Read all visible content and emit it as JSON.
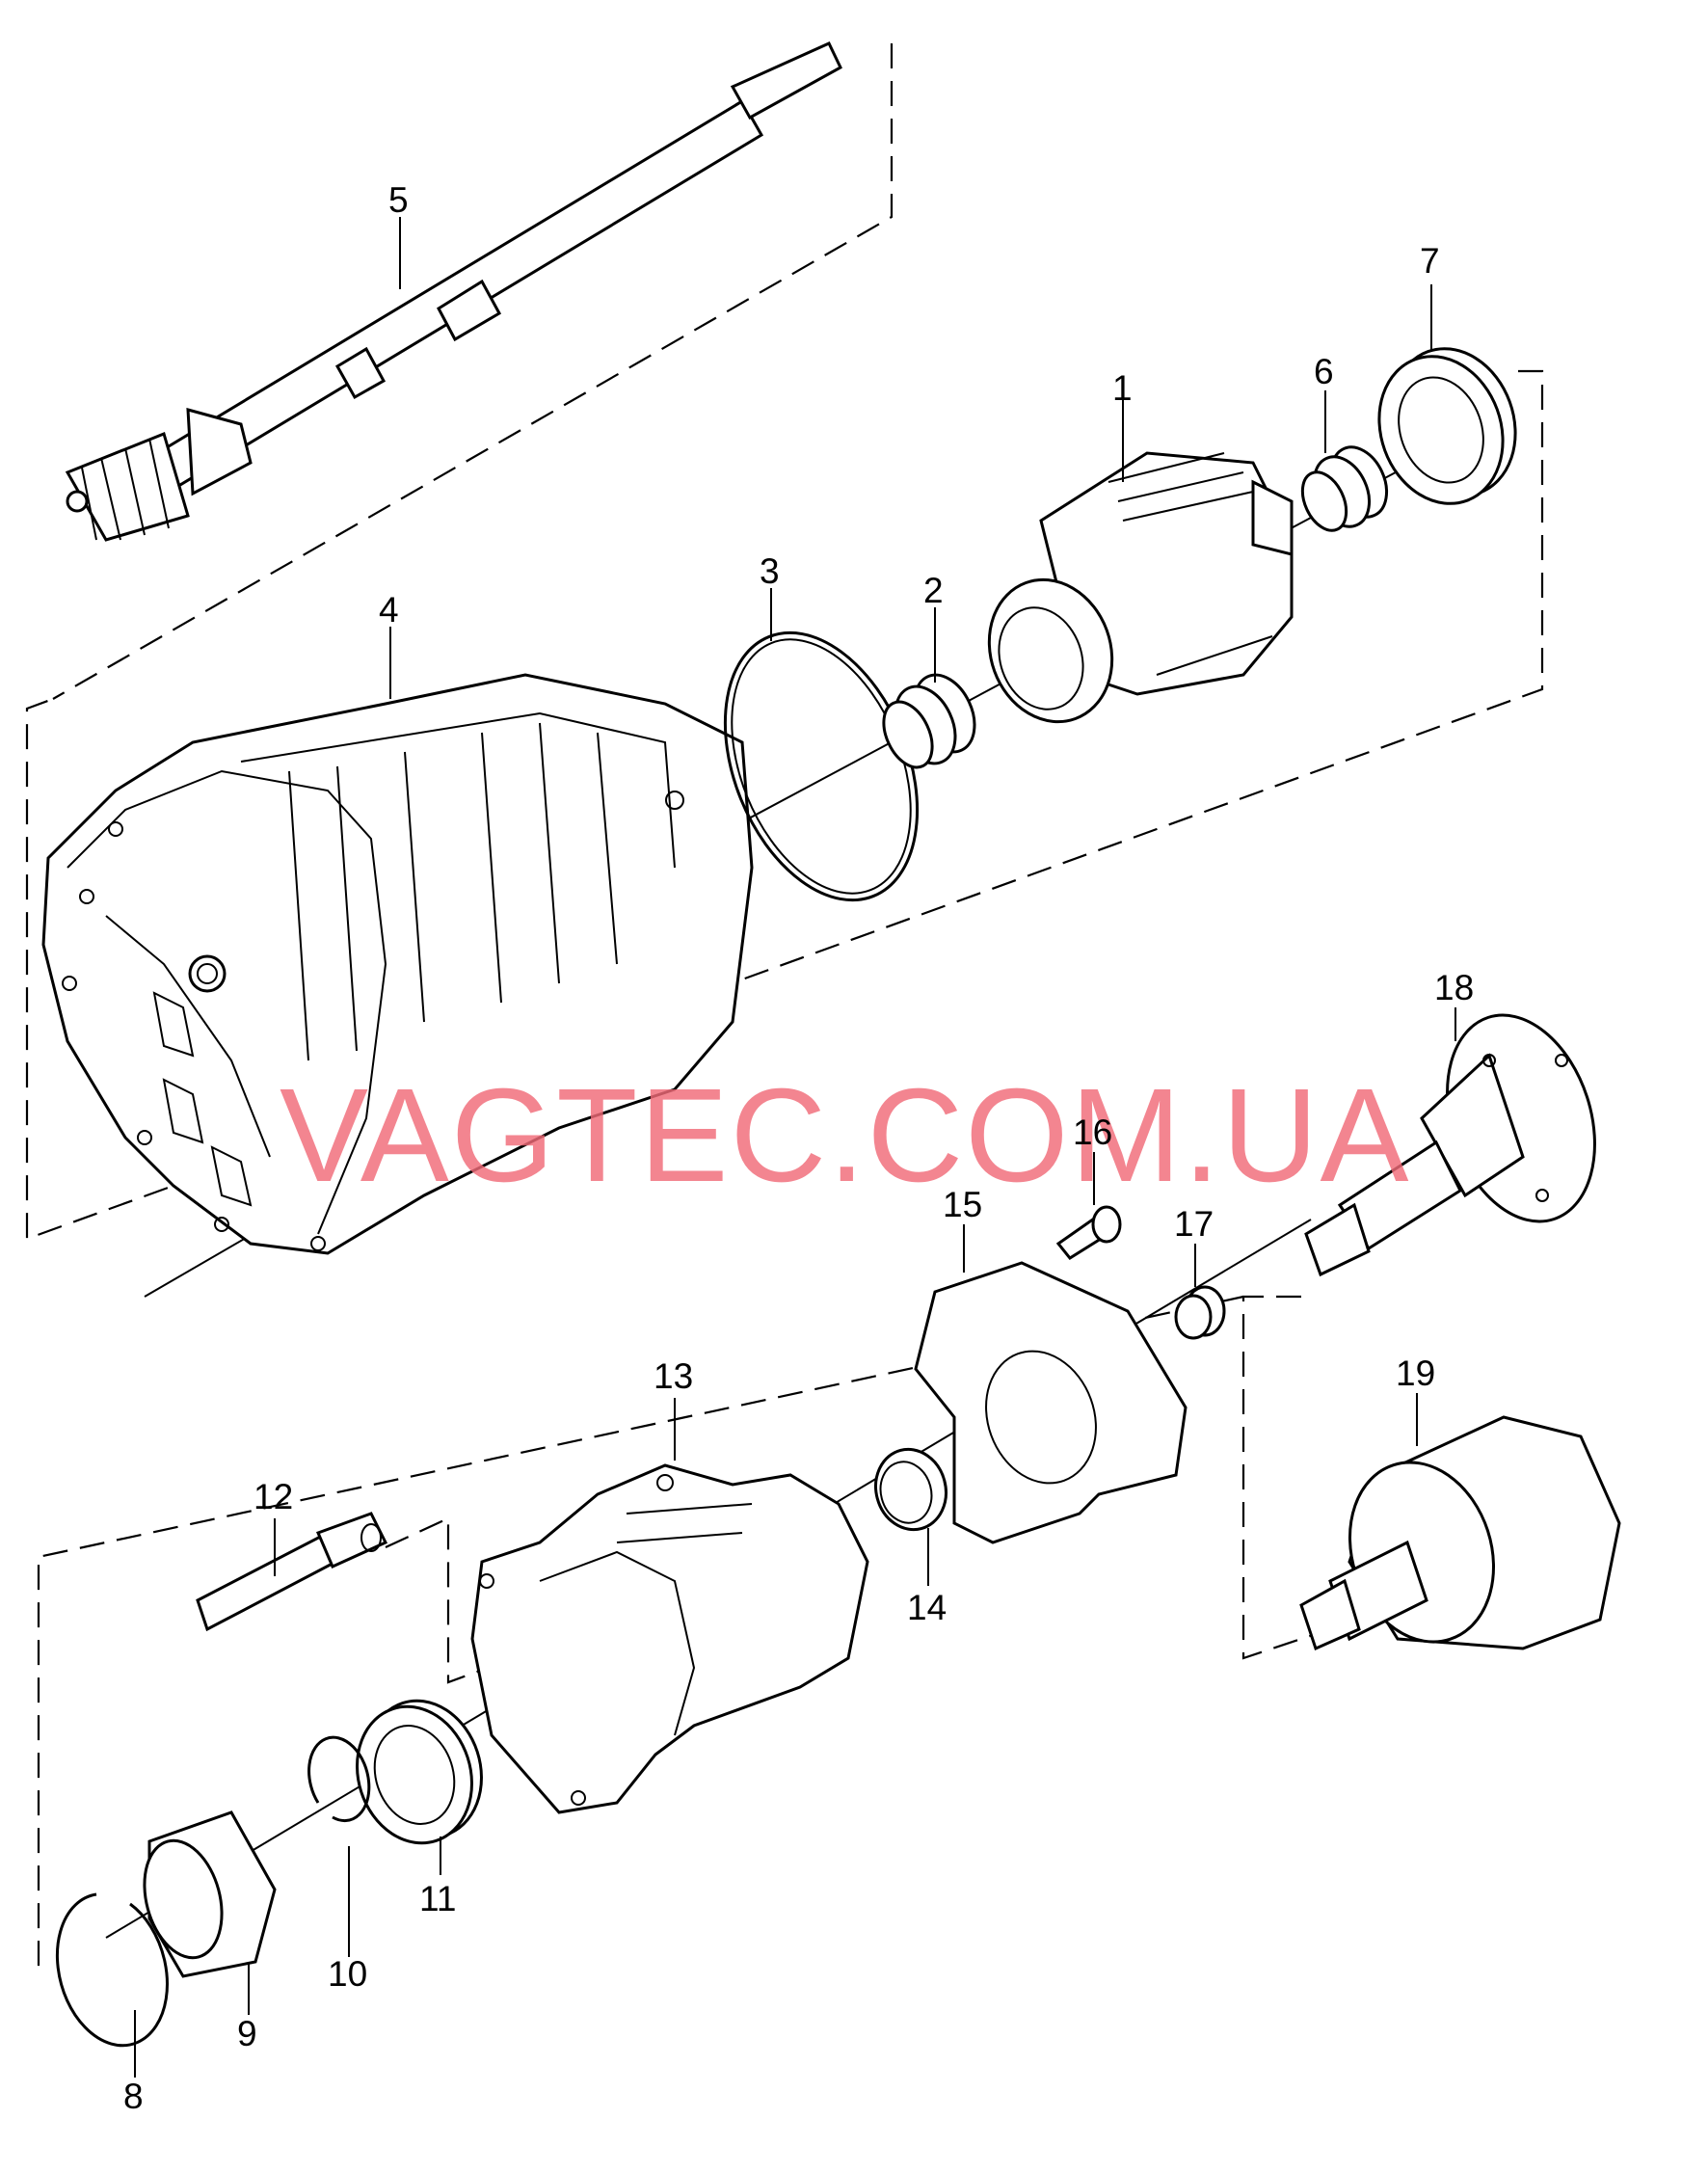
{
  "watermark": "VAGTEC.COM.UA",
  "callouts": [
    {
      "id": "c1",
      "label": "1"
    },
    {
      "id": "c2",
      "label": "2"
    },
    {
      "id": "c3",
      "label": "3"
    },
    {
      "id": "c4",
      "label": "4"
    },
    {
      "id": "c5",
      "label": "5"
    },
    {
      "id": "c6",
      "label": "6"
    },
    {
      "id": "c7",
      "label": "7"
    },
    {
      "id": "c8",
      "label": "8"
    },
    {
      "id": "c9",
      "label": "9"
    },
    {
      "id": "c10",
      "label": "10"
    },
    {
      "id": "c11",
      "label": "11"
    },
    {
      "id": "c12",
      "label": "12"
    },
    {
      "id": "c13",
      "label": "13"
    },
    {
      "id": "c14",
      "label": "14"
    },
    {
      "id": "c15",
      "label": "15"
    },
    {
      "id": "c16",
      "label": "16"
    },
    {
      "id": "c17",
      "label": "17"
    },
    {
      "id": "c18",
      "label": "18"
    },
    {
      "id": "c19",
      "label": "19"
    }
  ]
}
